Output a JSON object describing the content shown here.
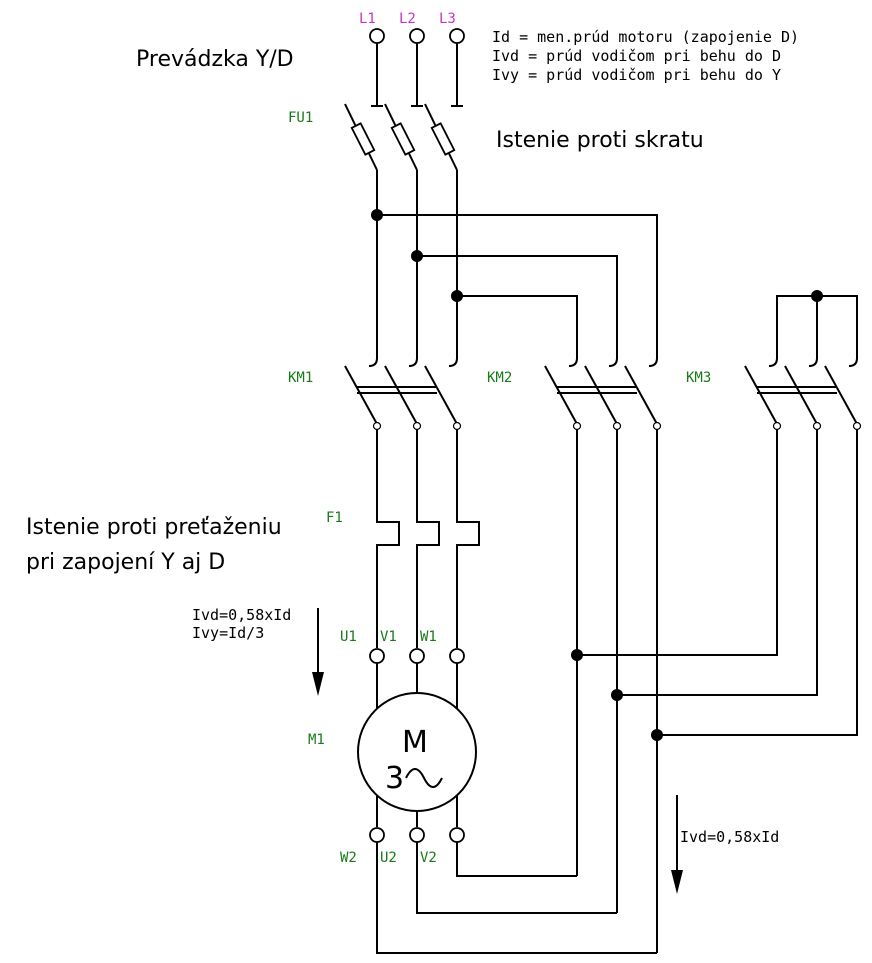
{
  "diagram": {
    "title": "Prevádzka Y/D",
    "phases": [
      "L1",
      "L2",
      "L3"
    ],
    "legend": [
      "Id =  men.prúd motoru (zapojenie D)",
      "Ivd = prúd vodičom pri behu do D",
      "Ivy = prúd vodičom pri behu do Y"
    ],
    "fuse": {
      "label": "FU1",
      "caption": "Istenie proti skratu"
    },
    "contactors": [
      "KM1",
      "KM2",
      "KM3"
    ],
    "overload": {
      "label": "F1",
      "caption_line1": "Istenie proti preťaženiu",
      "caption_line2": "pri zapojení Y aj D"
    },
    "current_left": {
      "line1": "Ivd=0,58xId",
      "line2": "Ivy=Id/3"
    },
    "current_right": "Ivd=0,58xId",
    "motor": {
      "label": "M1",
      "symbol": "M",
      "phase_count": "3",
      "wave": "~",
      "top_terminals": [
        "U1",
        "V1",
        "W1"
      ],
      "bottom_terminals": [
        "W2",
        "U2",
        "V2"
      ]
    },
    "colors": {
      "phase_labels": "#cc33cc",
      "component_labels": "#1a7a1a",
      "wires": "#000000"
    }
  }
}
